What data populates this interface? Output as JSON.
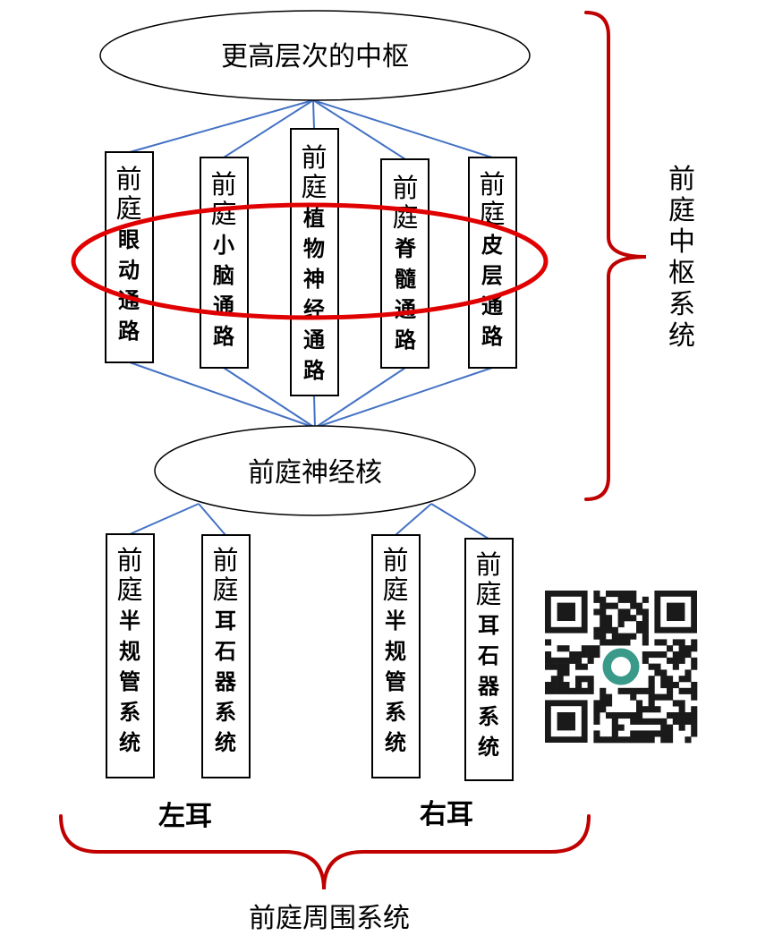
{
  "top_node": "更高层次的中枢",
  "middle_node": "前庭神经核",
  "central_pathways": [
    {
      "prefix": "前庭",
      "name": "眼动通路"
    },
    {
      "prefix": "前庭",
      "name": "小脑通路"
    },
    {
      "prefix": "前庭",
      "name": "植物神经通路"
    },
    {
      "prefix": "前庭",
      "name": "脊髓通路"
    },
    {
      "prefix": "前庭",
      "name": "皮层通路"
    }
  ],
  "peripheral_systems": [
    {
      "prefix": "前庭",
      "name": "半规管系统"
    },
    {
      "prefix": "前庭",
      "name": "耳石器系统"
    },
    {
      "prefix": "前庭",
      "name": "半规管系统"
    },
    {
      "prefix": "前庭",
      "name": "耳石器系统"
    }
  ],
  "left_ear": "左耳",
  "right_ear": "右耳",
  "central_system_label": "前庭中枢系统",
  "peripheral_system_label": "前庭周围系统",
  "colors": {
    "connector": "#4472c4",
    "brace": "#c00000",
    "highlight_ring": "#e00000"
  }
}
